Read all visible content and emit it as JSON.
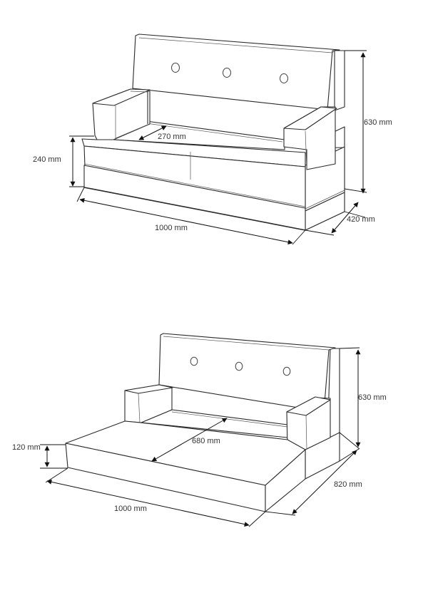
{
  "figures": [
    {
      "id": "sofa-upright",
      "description": "Sofa in upright (seated) configuration",
      "dimensions": {
        "width": "1000 mm",
        "depth": "420 mm",
        "height": "630  mm",
        "seat_height": "240 mm",
        "seat_depth": "270 mm"
      },
      "buttons": 3
    },
    {
      "id": "sofa-unfolded",
      "description": "Sofa with seat cushion unfolded into a bed",
      "dimensions": {
        "width": "1000 mm",
        "depth": "820 mm",
        "height": "630 mm",
        "mattress_height": "120 mm",
        "mattress_depth": "680 mm"
      },
      "buttons": 3
    }
  ],
  "colors": {
    "background": "#ffffff",
    "line": "#2a2a2a",
    "dimension": "#111111"
  }
}
